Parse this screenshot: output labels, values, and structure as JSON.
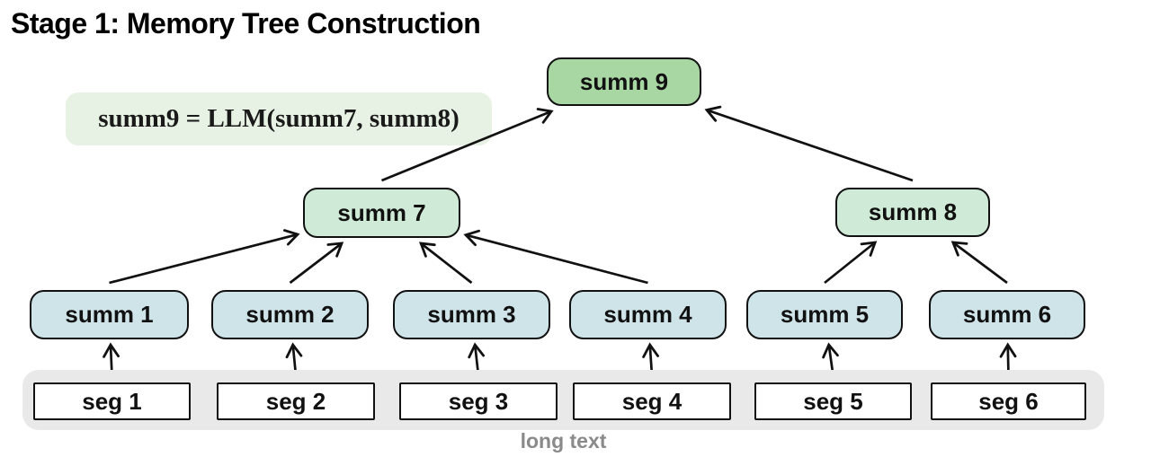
{
  "title": "Stage 1: Memory Tree Construction",
  "formula": "summ9 = LLM(summ7, summ8)",
  "long_text_label": "long text",
  "colors": {
    "root_fill": "#a9d7a4",
    "mid_fill": "#cfead6",
    "leaf_fill": "#cfe4e9",
    "formula_bg": "#e7f2e4",
    "band_bg": "#e9e9e9",
    "outline": "#111111",
    "long_text": "#8a8a8a"
  },
  "nodes": {
    "root": {
      "id": "summ9",
      "label": "summ 9"
    },
    "mid": [
      {
        "id": "summ7",
        "label": "summ 7"
      },
      {
        "id": "summ8",
        "label": "summ 8"
      }
    ],
    "leaves": [
      {
        "id": "summ1",
        "label": "summ 1"
      },
      {
        "id": "summ2",
        "label": "summ 2"
      },
      {
        "id": "summ3",
        "label": "summ 3"
      },
      {
        "id": "summ4",
        "label": "summ 4"
      },
      {
        "id": "summ5",
        "label": "summ 5"
      },
      {
        "id": "summ6",
        "label": "summ 6"
      }
    ],
    "segments": [
      {
        "id": "seg1",
        "label": "seg 1"
      },
      {
        "id": "seg2",
        "label": "seg 2"
      },
      {
        "id": "seg3",
        "label": "seg 3"
      },
      {
        "id": "seg4",
        "label": "seg 4"
      },
      {
        "id": "seg5",
        "label": "seg 5"
      },
      {
        "id": "seg6",
        "label": "seg 6"
      }
    ]
  },
  "edges": [
    {
      "from": "seg1",
      "to": "summ1"
    },
    {
      "from": "seg2",
      "to": "summ2"
    },
    {
      "from": "seg3",
      "to": "summ3"
    },
    {
      "from": "seg4",
      "to": "summ4"
    },
    {
      "from": "seg5",
      "to": "summ5"
    },
    {
      "from": "seg6",
      "to": "summ6"
    },
    {
      "from": "summ1",
      "to": "summ7"
    },
    {
      "from": "summ2",
      "to": "summ7"
    },
    {
      "from": "summ3",
      "to": "summ7"
    },
    {
      "from": "summ4",
      "to": "summ7"
    },
    {
      "from": "summ5",
      "to": "summ8"
    },
    {
      "from": "summ6",
      "to": "summ8"
    },
    {
      "from": "summ7",
      "to": "summ9"
    },
    {
      "from": "summ8",
      "to": "summ9"
    }
  ]
}
